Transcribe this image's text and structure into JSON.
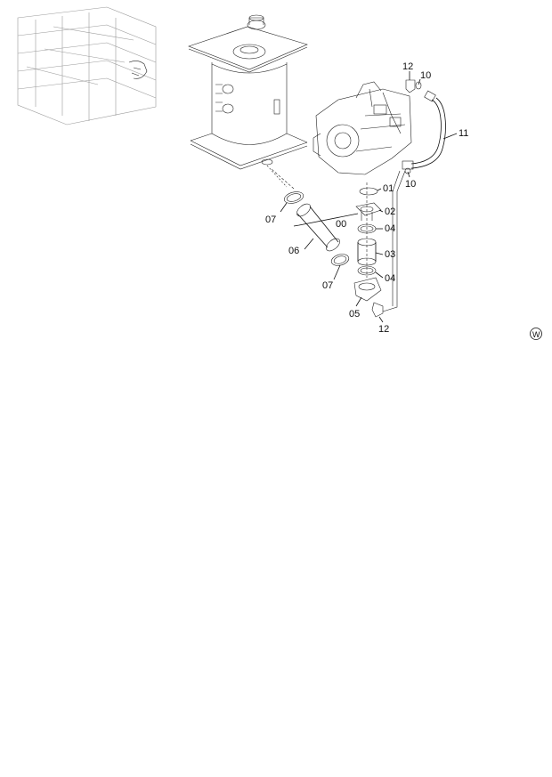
{
  "callouts": {
    "c12_top": "12",
    "c10_top": "10",
    "c11": "11",
    "c10_mid": "10",
    "c01": "01",
    "c07_left": "07",
    "c00": "00",
    "c02": "02",
    "c04_top": "04",
    "c06": "06",
    "c03": "03",
    "c07_right": "07",
    "c04_bot": "04",
    "c05": "05",
    "c12_bot": "12"
  },
  "mark": {
    "w": "W"
  }
}
